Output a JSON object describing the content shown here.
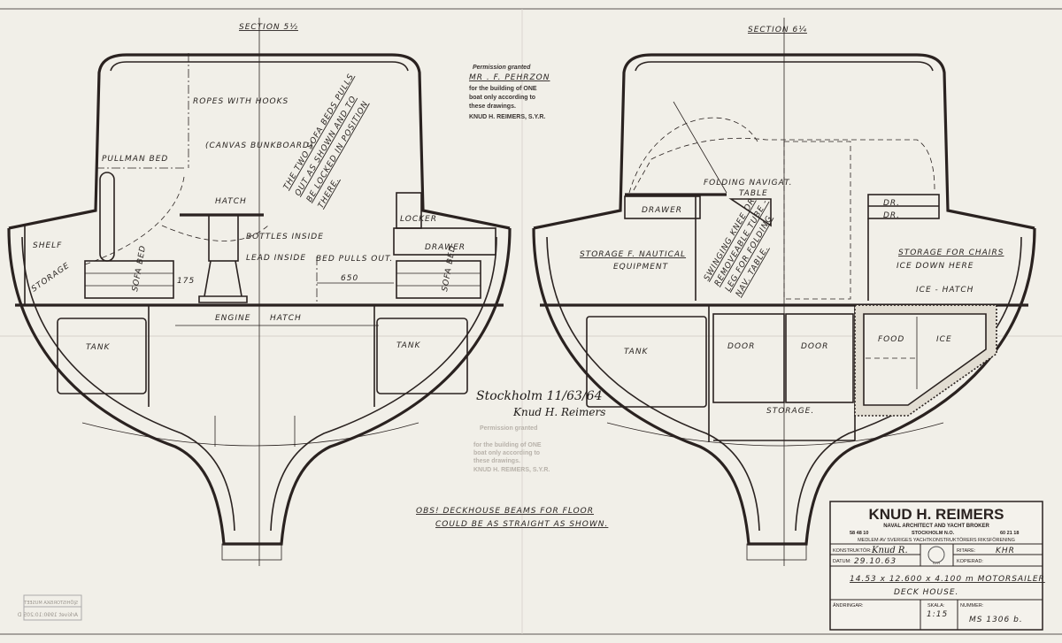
{
  "sections": {
    "left_title": "SECTION 5½",
    "right_title": "SECTION 6¼"
  },
  "left_labels": {
    "ropes": "ROPES WITH HOOKS",
    "canvas": "(CANVAS BUNKBOARD)",
    "pullman": "PULLMAN BED",
    "hatch_small": "HATCH",
    "bottles": "BOTTLES INSIDE",
    "lead": "LEAD INSIDE",
    "bed_pulls": "BED PULLS OUT.",
    "dim_650": "650",
    "dim_175": "175",
    "shelf": "SHELF",
    "storage": "STORAGE",
    "sofa_bed_left": "SOFA BED",
    "sofa_bed_right": "SOFA BED",
    "locker": "LOCKER",
    "drawer": "DRAWER",
    "engine": "ENGINE",
    "hatch": "HATCH",
    "tank_left": "TANK",
    "tank_right": "TANK",
    "note_lines": [
      "THE TWO SOFA BEDS PULLS",
      "OUT AS SHOWN AND TO",
      "BE LOCKED IN POSITION",
      "THERE."
    ]
  },
  "right_labels": {
    "folding_table": "FOLDING NAVIGAT.",
    "table": "TABLE",
    "drawer": "DRAWER",
    "dr1": "DR.",
    "dr2": "DR.",
    "storage_nautical": "STORAGE F. NAUTICAL",
    "equipment": "EQUIPMENT",
    "swing_lines": [
      "SWINGING KNEE OR",
      "REMOVEABLE TUBE -",
      "LEG FOR FOLDING",
      "NAV. TABLE."
    ],
    "storage_chairs": "STORAGE FOR CHAIRS",
    "ice_down": "ICE DOWN HERE",
    "ice_hatch": "ICE - HATCH",
    "tank": "TANK",
    "door1": "DOOR",
    "door2": "DOOR",
    "food": "FOOD",
    "ice": "ICE",
    "storage": "STORAGE."
  },
  "permission_stamp": {
    "title": "Permission granted",
    "name": "MR . F. PEHRZON",
    "line1": "for the building of ONE",
    "line2": "boat only according to",
    "line3": "these drawings.",
    "line4": "KNUD H. REIMERS, S.Y.R."
  },
  "signature": {
    "line1": "Stockholm 11/63/64",
    "line2": "Knud H. Reimers",
    "faint_title": "Permission granted",
    "faint1": "for the building of ONE",
    "faint2": "boat only according to",
    "faint3": "these drawings.",
    "faint4": "KNUD H. REIMERS, S.Y.R."
  },
  "note": {
    "line1": "OBS!  DECKHOUSE  BEAMS  FOR  FLOOR",
    "line2": "COULD  BE  AS  STRAIGHT  AS  SHOWN."
  },
  "title_block": {
    "firm": "KNUD H. REIMERS",
    "subtitle": "NAVAL ARCHITECT AND YACHT BROKER",
    "phone1": "58 48 10",
    "city": "STOCKHOLM N.O.",
    "phone2": "60 21 18",
    "member": "MEDLEM AV SVERIGES YACHTKONSTRUKTÖRERS RIKSFÖRENING",
    "konstruktor_label": "KONSTRUKTÖR:",
    "konstruktor_value": "Knud R.",
    "ritare_label": "RITARE:",
    "ritare_value": "KHR",
    "datum_label": "DATUM:",
    "datum_value": "29.10.63",
    "kopierad_label": "KOPIERAD:",
    "seal_text": "SYR",
    "description1": "14.53 x 12.600 x 4.100 m  MOTORSAILER",
    "description2": "DECK HOUSE.",
    "andringar_label": "ÄNDRINGAR:",
    "skala_label": "SKALA:",
    "skala_value": "1:15",
    "nummer_label": "NUMMER:",
    "nummer_value": "MS 1306 b."
  },
  "archive_stamp": {
    "line1": "SJÖHISTORISKA MUSEET",
    "line2": "Arkivet  1990:10:205 D"
  }
}
